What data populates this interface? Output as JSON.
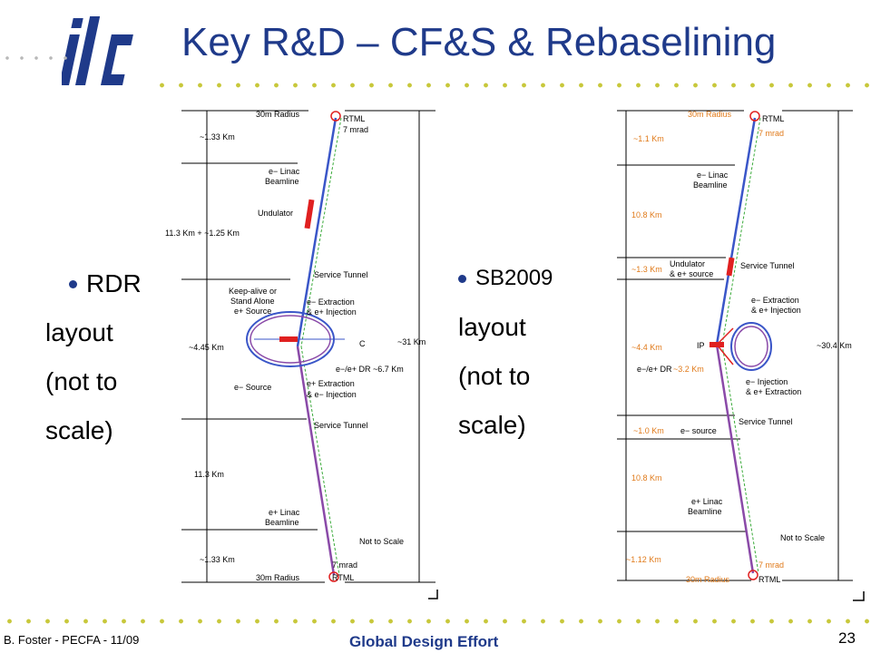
{
  "slide": {
    "title": "Key R&D – CF&S & Rebaselining",
    "logo_text": "ilc",
    "page_number": "23",
    "footer_left": "B. Foster - PECFA - 11/09",
    "footer_center": "Global Design Effort"
  },
  "rdr": {
    "bullet": "RDR",
    "lines": [
      "layout",
      "(not to",
      "scale)"
    ],
    "labels": {
      "radius_top": "30m Radius",
      "rtml_top": "RTML",
      "mrad_top": "7 mrad",
      "dist_top": "~1.33 Km",
      "e_linac": "e− Linac",
      "beamline": "Beamline",
      "undulator": "Undulator",
      "dist_mid": "11.3 Km + ~1.25 Km",
      "service_tunnel_1": "Service Tunnel",
      "keep_alive_1": "Keep-alive or",
      "keep_alive_2": "Stand Alone",
      "keep_alive_3": "e+ Source",
      "extraction_1": "e− Extraction",
      "extraction_2": "& e+ Injection",
      "dist_ir": "~4.45 Km",
      "cl": "C",
      "total": "~31 Km",
      "dr": "e−/e+ DR ~6.7 Km",
      "e_source": "e− Source",
      "extraction_3": "e+ Extraction",
      "extraction_4": "& e− Injection",
      "service_tunnel_2": "Service Tunnel",
      "dist_low": "11.3 Km",
      "ep_linac": "e+ Linac",
      "beamline_2": "Beamline",
      "not_to_scale": "Not to Scale",
      "dist_bottom": "~1.33 Km",
      "mrad_bottom": "7 mrad",
      "radius_bottom": "30m Radius",
      "rtml_bottom": "RTML"
    }
  },
  "sb2009": {
    "bullet": "SB2009",
    "lines": [
      "layout",
      "(not to",
      "scale)"
    ],
    "labels": {
      "radius_top": "30m Radius",
      "rtml_top": "RTML",
      "mrad_top": "7 mrad",
      "dist_top": "~1.1 Km",
      "e_linac": "e− Linac",
      "beamline": "Beamline",
      "dist_linac": "10.8 Km",
      "dist_und": "~1.3 Km",
      "undulator_1": "Undulator",
      "undulator_2": "& e+ source",
      "service_tunnel_1": "Service Tunnel",
      "extraction_1": "e− Extraction",
      "extraction_2": "& e+ Injection",
      "dist_ir": "~4.4 Km",
      "ip": "IP",
      "total": "~30.4 Km",
      "dr": "e−/e+ DR",
      "dr_dist": "~3.2 Km",
      "injection_1": "e− Injection",
      "injection_2": "& e+ Extraction",
      "service_tunnel_2": "Service Tunnel",
      "dist_src": "~1.0 Km",
      "e_source": "e− source",
      "dist_linac_2": "10.8 Km",
      "ep_linac": "e+ Linac",
      "beamline_2": "Beamline",
      "not_to_scale": "Not to Scale",
      "dist_bottom": "~1.12 Km",
      "mrad_bottom": "7 mrad",
      "radius_bottom": "30m Radius",
      "rtml_bottom": "RTML"
    }
  },
  "colors": {
    "title": "#1f3a8a",
    "dots": "#c8c83c",
    "beam_blue": "#3a56c8",
    "beam_purple": "#8a4aa8",
    "beam_red": "#e02020",
    "guide_green": "#3aaa3a",
    "label_orange": "#e07a1a"
  }
}
